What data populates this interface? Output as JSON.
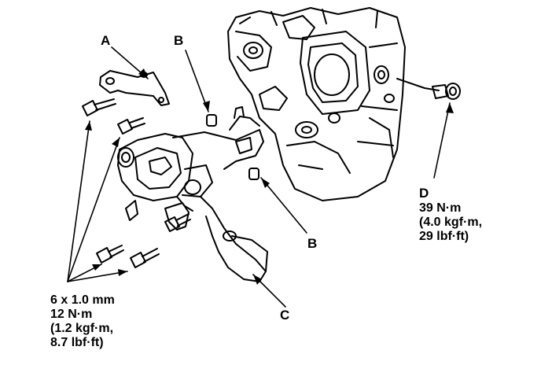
{
  "callouts": {
    "a": "A",
    "b_top": "B",
    "b_bottom": "B",
    "c": "C",
    "d": "D"
  },
  "spec_d": [
    "39 N·m",
    "(4.0 kgf·m,",
    "29 lbf·ft)"
  ],
  "spec_bolts": [
    "6 x 1.0 mm",
    "12 N·m",
    "(1.2 kgf·m,",
    "8.7 lbf·ft)"
  ]
}
